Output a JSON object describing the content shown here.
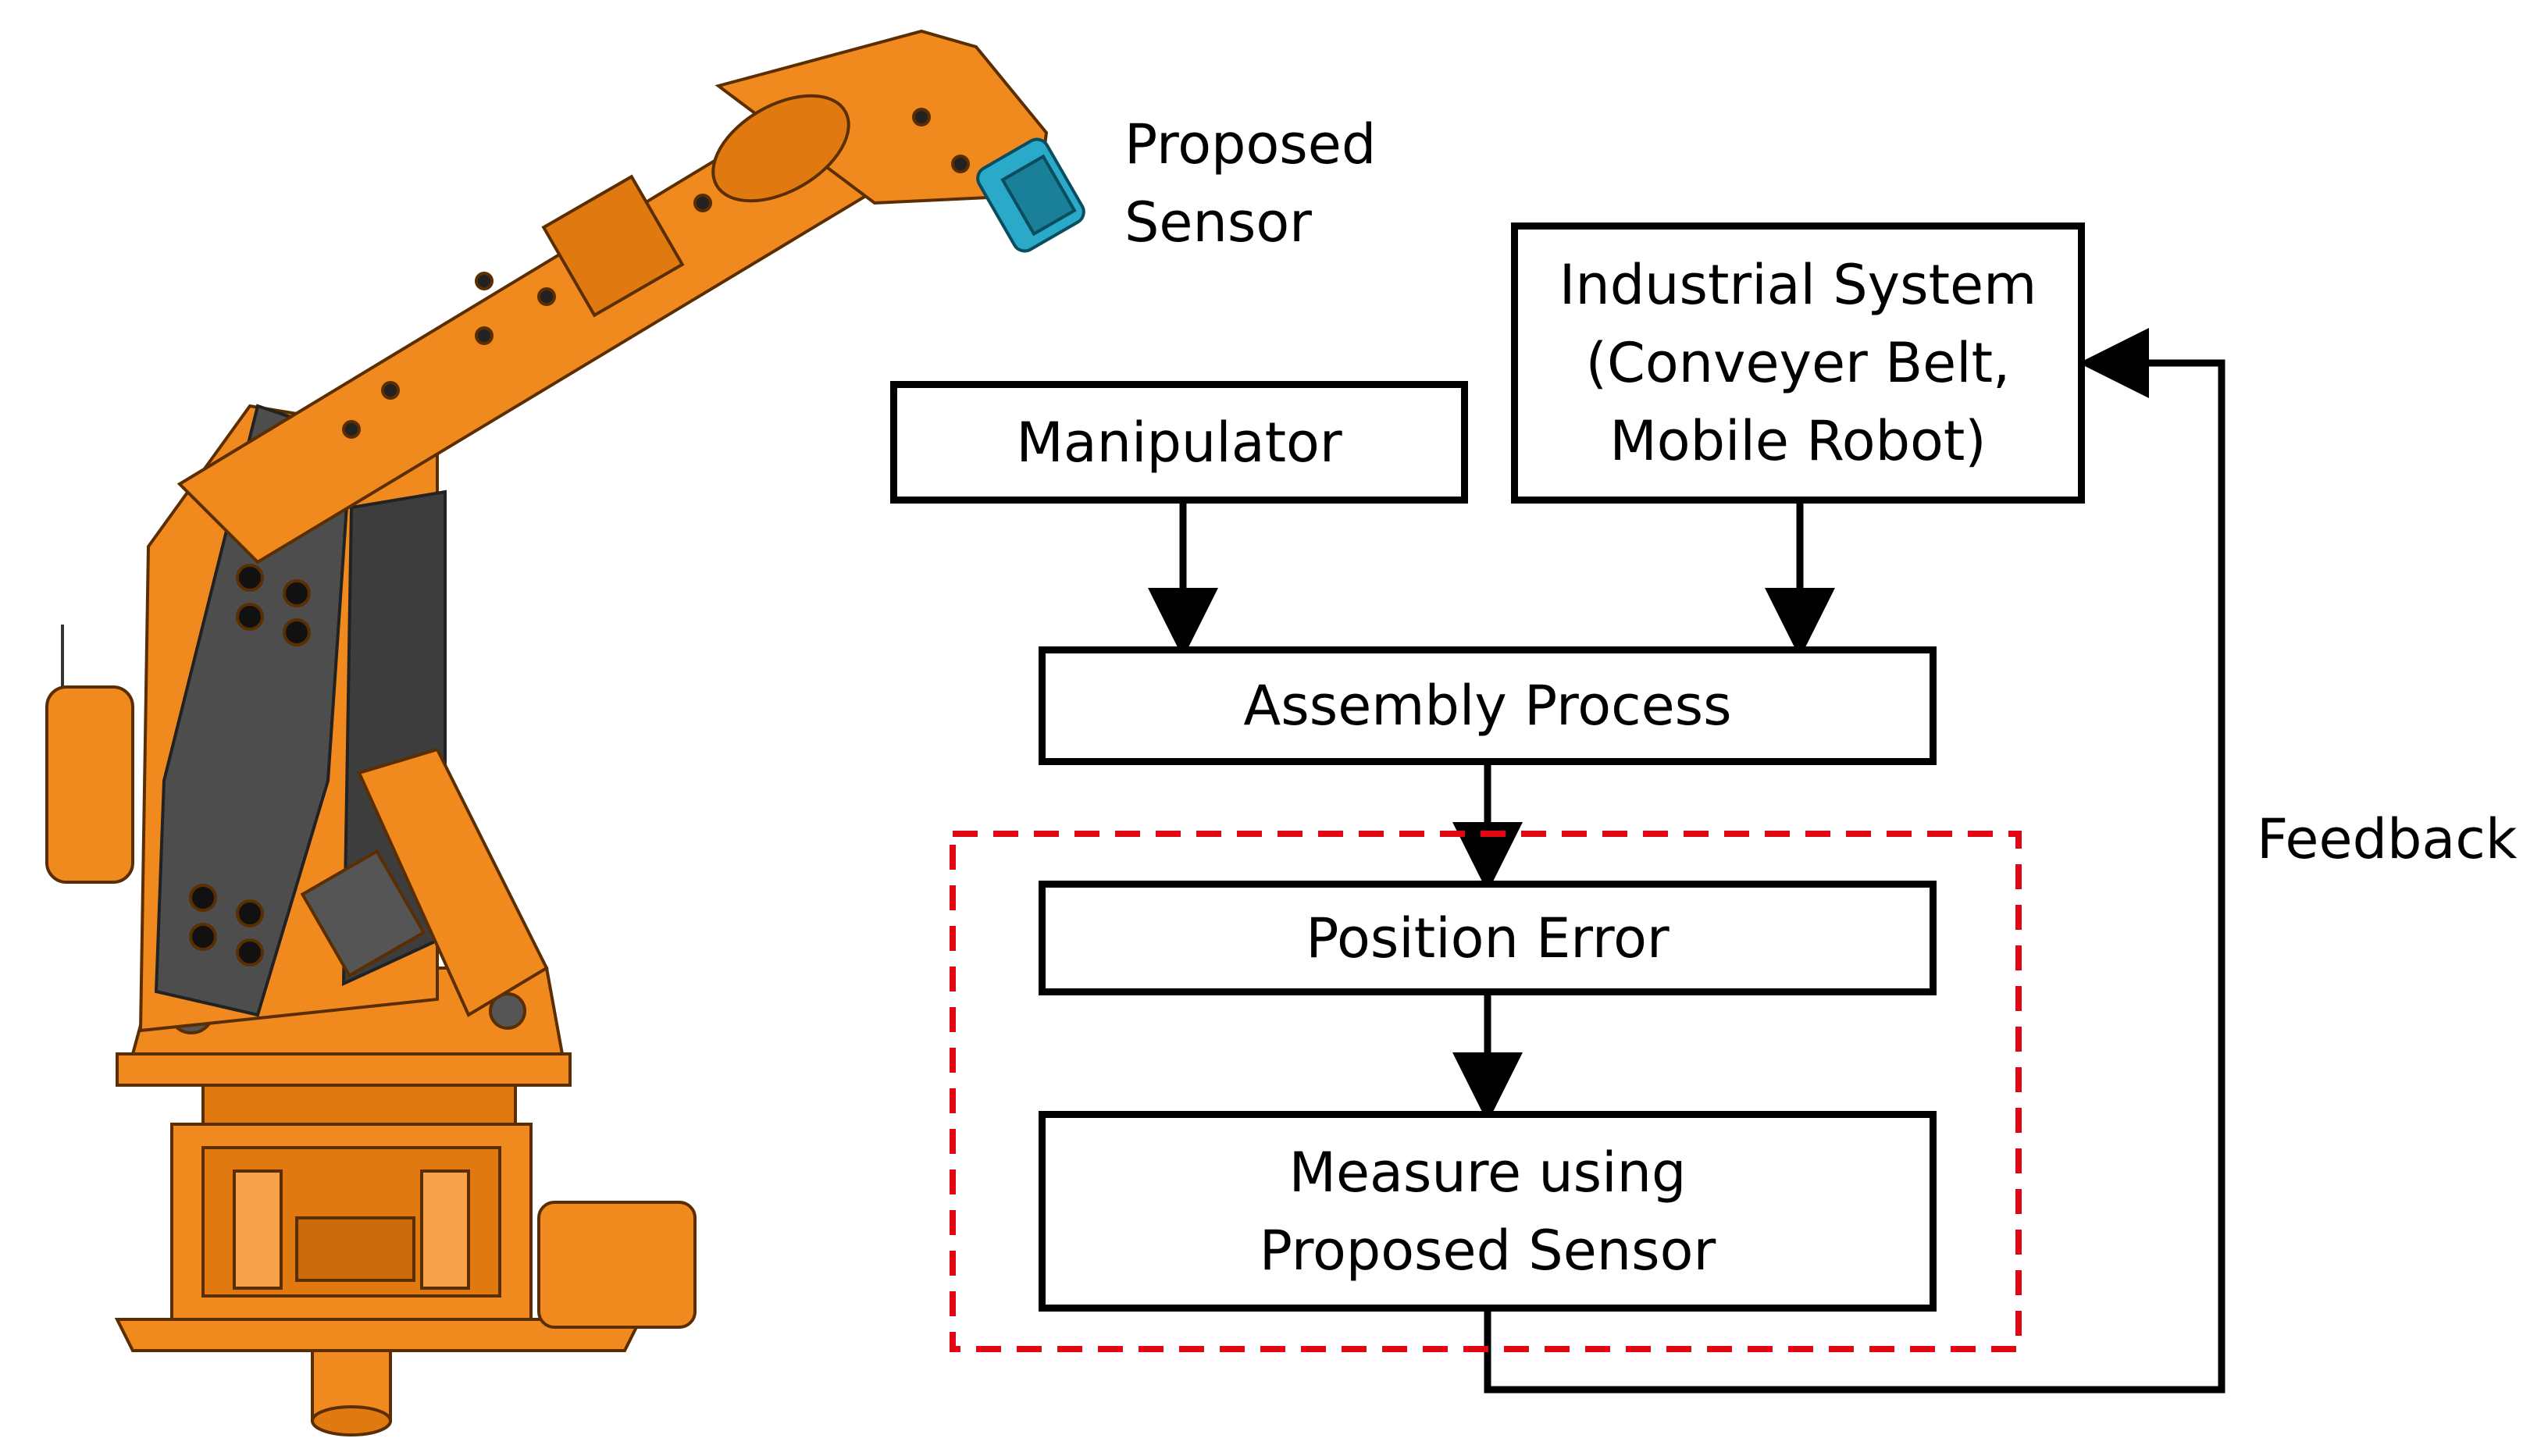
{
  "robot_label": "Proposed\nSensor",
  "feedback_label": "Feedback",
  "boxes": {
    "industrial": "Industrial System\n(Conveyer Belt,\nMobile Robot)",
    "manipulator": "Manipulator",
    "assembly": "Assembly Process",
    "position_error": "Position Error",
    "measure": "Measure using\nProposed Sensor"
  },
  "colors": {
    "robot_orange": "#f08a1e",
    "robot_dark": "#4d4d4d",
    "sensor_blue": "#2aa9c9",
    "dashed_region": "#e30613"
  }
}
